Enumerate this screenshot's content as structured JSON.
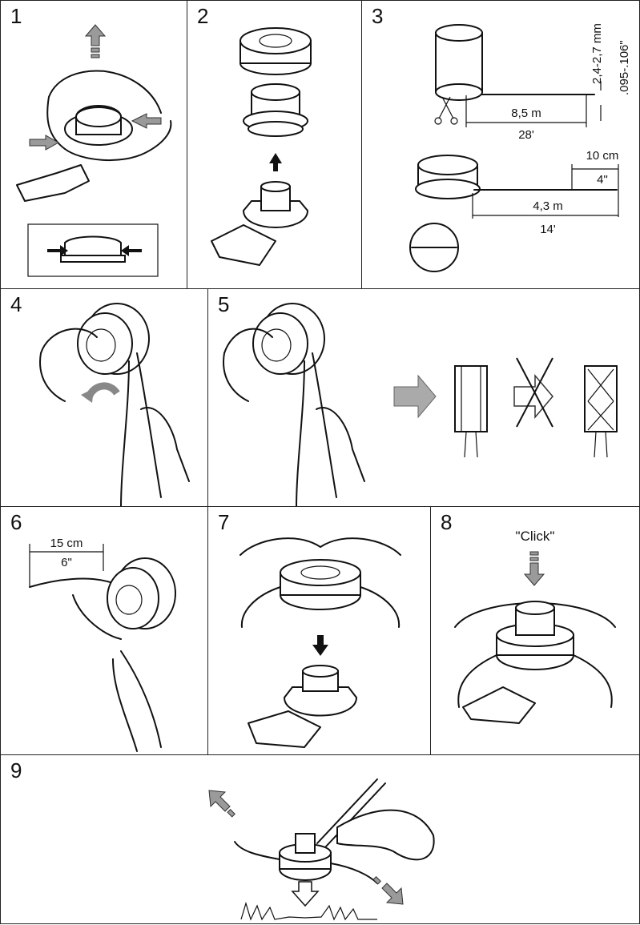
{
  "steps": [
    {
      "number": "1"
    },
    {
      "number": "2"
    },
    {
      "number": "3",
      "wire_diameter_mm": "2,4-2,7 mm",
      "wire_diameter_in": ".095-.106\"",
      "total_length_m": "8,5 m",
      "total_length_ft": "28'",
      "end_length_cm": "10 cm",
      "end_length_in": "4\"",
      "half_length_m": "4,3 m",
      "half_length_ft": "14'"
    },
    {
      "number": "4"
    },
    {
      "number": "5"
    },
    {
      "number": "6",
      "free_end_cm": "15 cm",
      "free_end_in": "6\""
    },
    {
      "number": "7"
    },
    {
      "number": "8",
      "sound": "\"Click\""
    },
    {
      "number": "9"
    }
  ],
  "icons": [
    "arrow-up-icon",
    "arrow-down-icon",
    "scissors-icon",
    "arrow-right-icon",
    "cross-icon"
  ]
}
